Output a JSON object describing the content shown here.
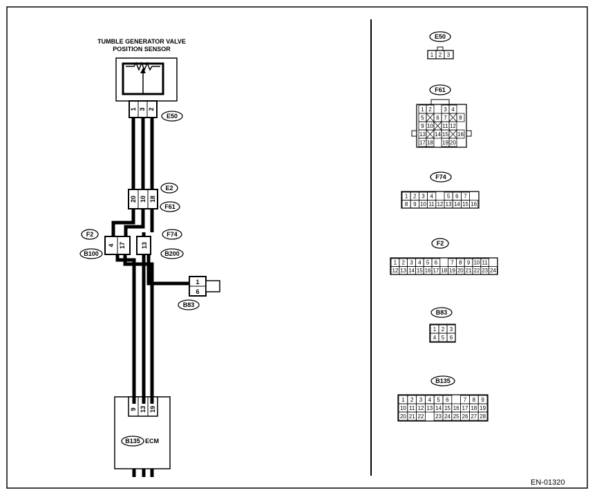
{
  "sensor": {
    "title_line1": "TUMBLE GENERATOR VALVE",
    "title_line2": "POSITION SENSOR",
    "pins": [
      "1",
      "3",
      "2"
    ],
    "connector": "E50"
  },
  "joint_e2_f61": {
    "upper_connector": "E2",
    "lower_connector": "F61",
    "pins": [
      "20",
      "10",
      "18"
    ]
  },
  "joint_f2_b100": {
    "upper_connector": "F2",
    "lower_connector": "B100",
    "pins": [
      "4",
      "17"
    ]
  },
  "joint_f74_b200": {
    "upper_connector": "F74",
    "lower_connector": "B200",
    "pins": [
      "13"
    ]
  },
  "joint_b83": {
    "connector": "B83",
    "pins": [
      "1",
      "6"
    ]
  },
  "ecm": {
    "connector": "B135",
    "label": "ECM",
    "pins": [
      "9",
      "13",
      "19"
    ]
  },
  "connector_views": {
    "E50": {
      "name": "E50",
      "rows": [
        [
          "1",
          "2",
          "3"
        ]
      ]
    },
    "F61": {
      "name": "F61",
      "rows": [
        [
          "1",
          "2",
          "",
          "3",
          "4"
        ],
        [
          "5",
          "X",
          "6",
          "7",
          "X",
          "8"
        ],
        [
          "9",
          "10",
          "X",
          "11",
          "12"
        ],
        [
          "13",
          "X",
          "14",
          "15",
          "X",
          "16"
        ],
        [
          "17",
          "18",
          "",
          "19",
          "20"
        ]
      ]
    },
    "F74": {
      "name": "F74",
      "rows": [
        [
          "1",
          "2",
          "3",
          "4",
          "",
          "5",
          "6",
          "7"
        ],
        [
          "8",
          "9",
          "10",
          "11",
          "12",
          "13",
          "14",
          "15",
          "16"
        ]
      ]
    },
    "F2": {
      "name": "F2",
      "rows": [
        [
          "1",
          "2",
          "3",
          "4",
          "5",
          "6",
          "",
          "7",
          "8",
          "9",
          "10",
          "11"
        ],
        [
          "12",
          "13",
          "14",
          "15",
          "16",
          "17",
          "18",
          "19",
          "20",
          "21",
          "22",
          "23",
          "24"
        ]
      ]
    },
    "B83": {
      "name": "B83",
      "rows": [
        [
          "1",
          "2",
          "3"
        ],
        [
          "4",
          "5",
          "6"
        ]
      ]
    },
    "B135": {
      "name": "B135",
      "rows": [
        [
          "1",
          "2",
          "3",
          "4",
          "5",
          "6",
          "",
          "7",
          "8",
          "9"
        ],
        [
          "10",
          "11",
          "12",
          "13",
          "14",
          "15",
          "16",
          "17",
          "18",
          "19"
        ],
        [
          "20",
          "21",
          "22",
          "",
          "23",
          "24",
          "25",
          "26",
          "27",
          "28"
        ]
      ]
    }
  },
  "figure_code": "EN-01320",
  "colors": {
    "line": "#000000",
    "background": "#ffffff"
  }
}
